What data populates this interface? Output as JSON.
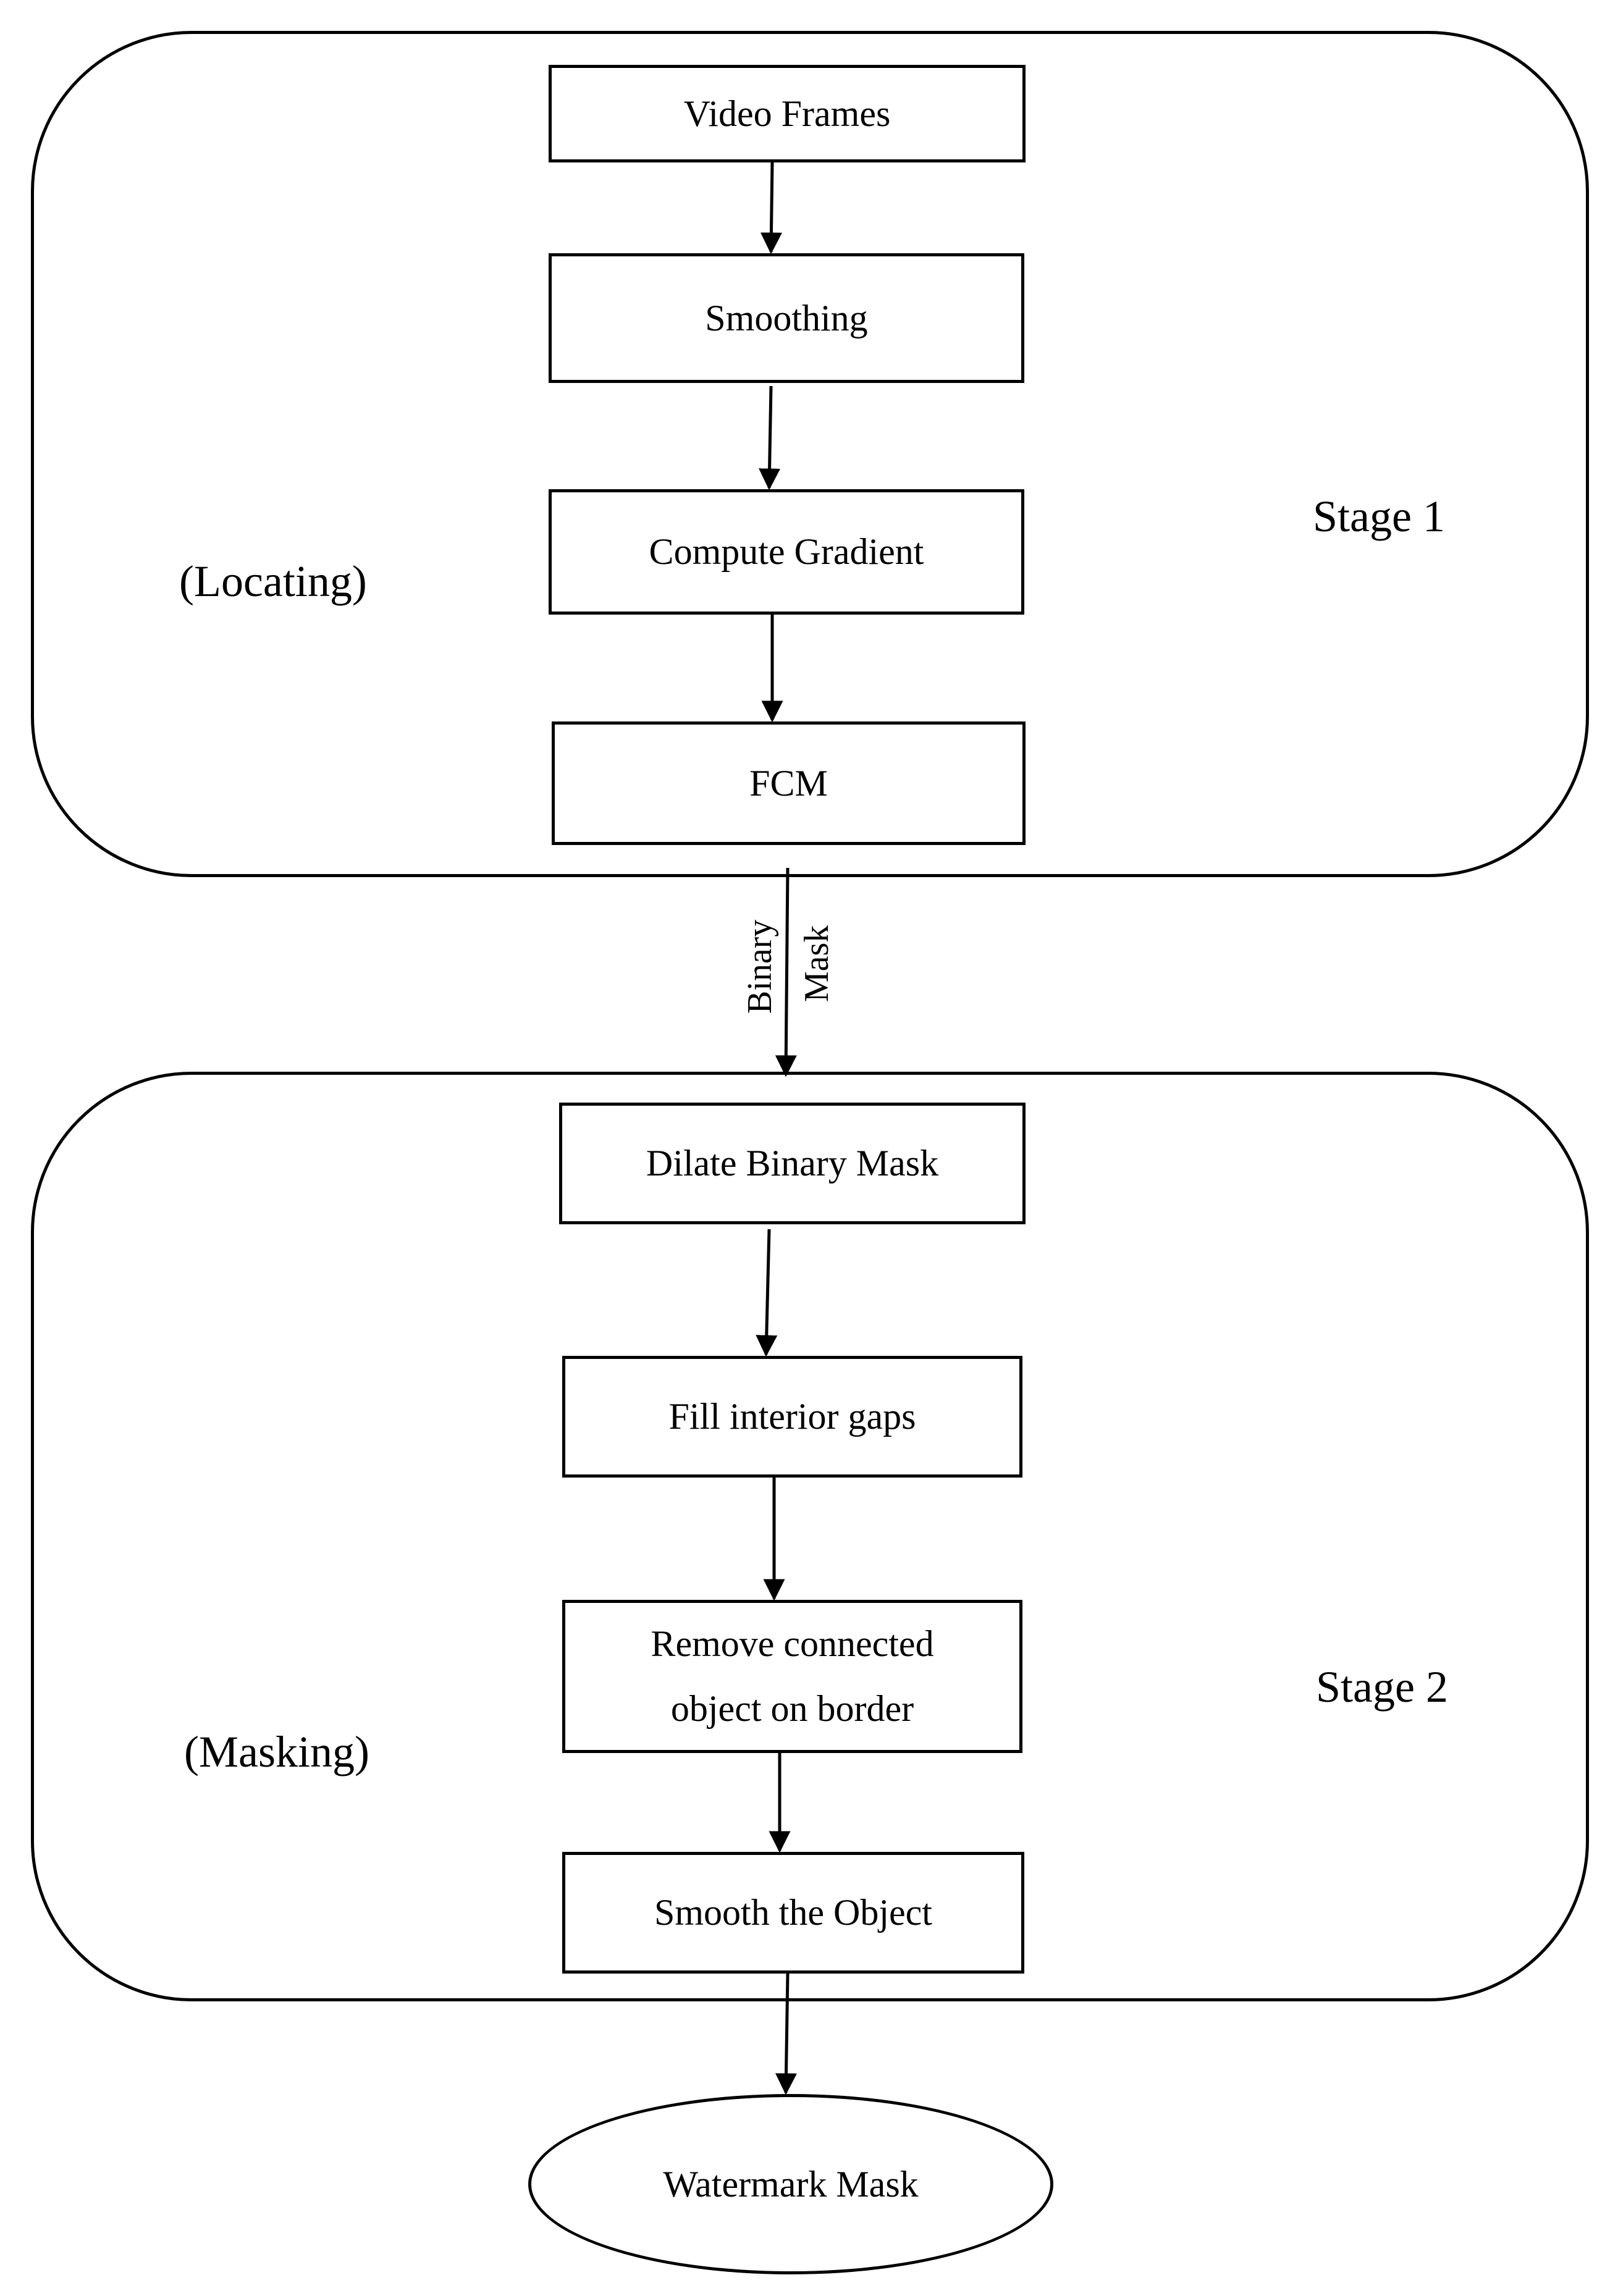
{
  "stage1": {
    "title": "Stage 1",
    "subtitle": "(Locating)",
    "steps": [
      "Video Frames",
      "Smoothing",
      "Compute Gradient",
      "FCM"
    ]
  },
  "connector": {
    "label_line1": "Binary",
    "label_line2": "Mask"
  },
  "stage2": {
    "title": "Stage 2",
    "subtitle": "(Masking)",
    "steps": [
      "Dilate Binary Mask",
      "Fill interior gaps",
      "Remove connected object on border",
      "Smooth the Object"
    ]
  },
  "output": {
    "label": "Watermark Mask"
  }
}
